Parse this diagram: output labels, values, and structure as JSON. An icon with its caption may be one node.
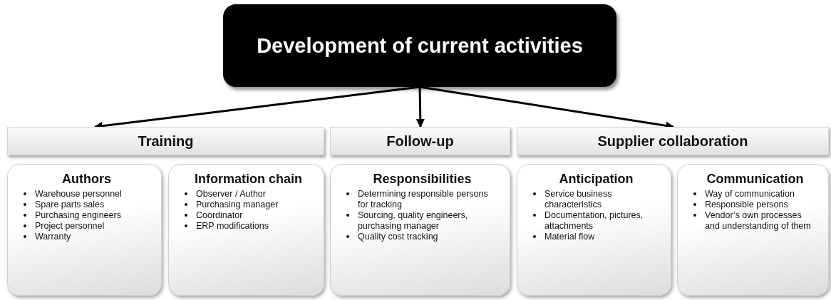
{
  "diagram": {
    "nodes": [
      {
        "text": [
          "Development of current activities"
        ]
      },
      {
        "text": [
          "Training"
        ]
      },
      {
        "text": [
          "Follow-up"
        ]
      },
      {
        "text": [
          "Supplier collaboration"
        ]
      },
      {
        "text": [
          "Authors",
          "Warehouse personnel",
          "Spare parts sales",
          "Purchasing engineers",
          "Project personnel",
          "Warranty"
        ]
      },
      {
        "text": [
          "Information chain",
          "Observer / Author",
          "Purchasing manager",
          "Coordinator",
          "ERP modifications"
        ]
      },
      {
        "text": [
          "Responsibilities",
          "Determining responsible persons for tracking",
          "Sourcing, quality engineers, purchasing manager",
          "Quality cost tracking"
        ]
      },
      {
        "text": [
          "Anticipation",
          "Service business characteristics",
          "Documentation, pictures, attachments",
          "Material flow"
        ]
      },
      {
        "text": [
          "Communication",
          "Way of communication",
          "Responsible persons",
          "Vendor’s own processes and understanding of them"
        ]
      }
    ],
    "edges": [
      {
        "from": 0,
        "to": 1,
        "arrow": "to"
      },
      {
        "from": 0,
        "to": 2,
        "arrow": "to"
      },
      {
        "from": 0,
        "to": 3,
        "arrow": "to"
      }
    ]
  }
}
